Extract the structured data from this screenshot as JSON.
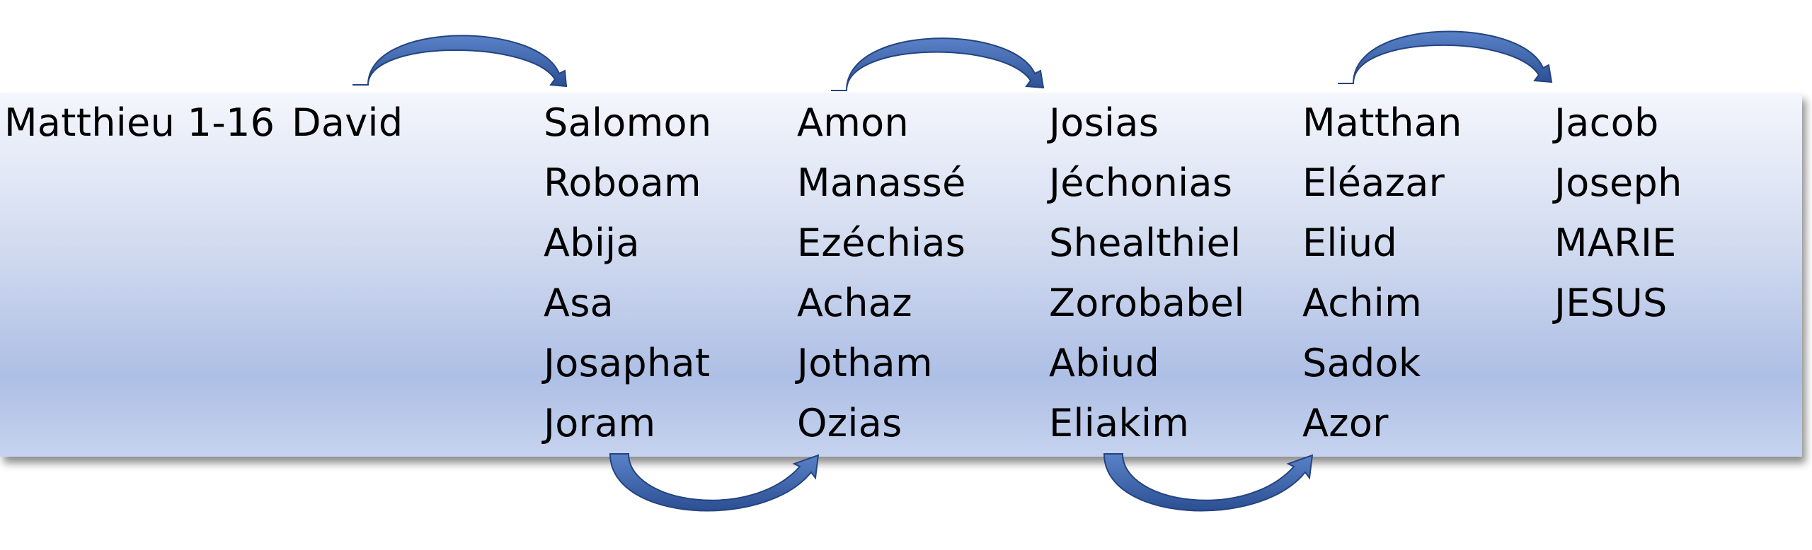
{
  "title": "Matthieu 1-16",
  "start_name": "David",
  "columns": [
    [
      "Salomon",
      "Roboam",
      "Abija",
      "Asa",
      "Josaphat",
      "Joram"
    ],
    [
      "Amon",
      "Manassé",
      "Ezéchias",
      "Achaz",
      "Jotham",
      "Ozias"
    ],
    [
      "Josias",
      "Jéchonias",
      "Shealthiel",
      "Zorobabel",
      "Abiud",
      "Eliakim"
    ],
    [
      "Matthan",
      "Eléazar",
      "Eliud",
      "Achim",
      "Sadok",
      "Azor"
    ],
    [
      "Jacob",
      "Joseph",
      "MARIE",
      "JESUS"
    ]
  ],
  "colors": {
    "arrow": "#3b64ad",
    "arrow_dark": "#24447f",
    "band_top": "#f4f6fc",
    "band_bottom": "#aebfe5"
  }
}
